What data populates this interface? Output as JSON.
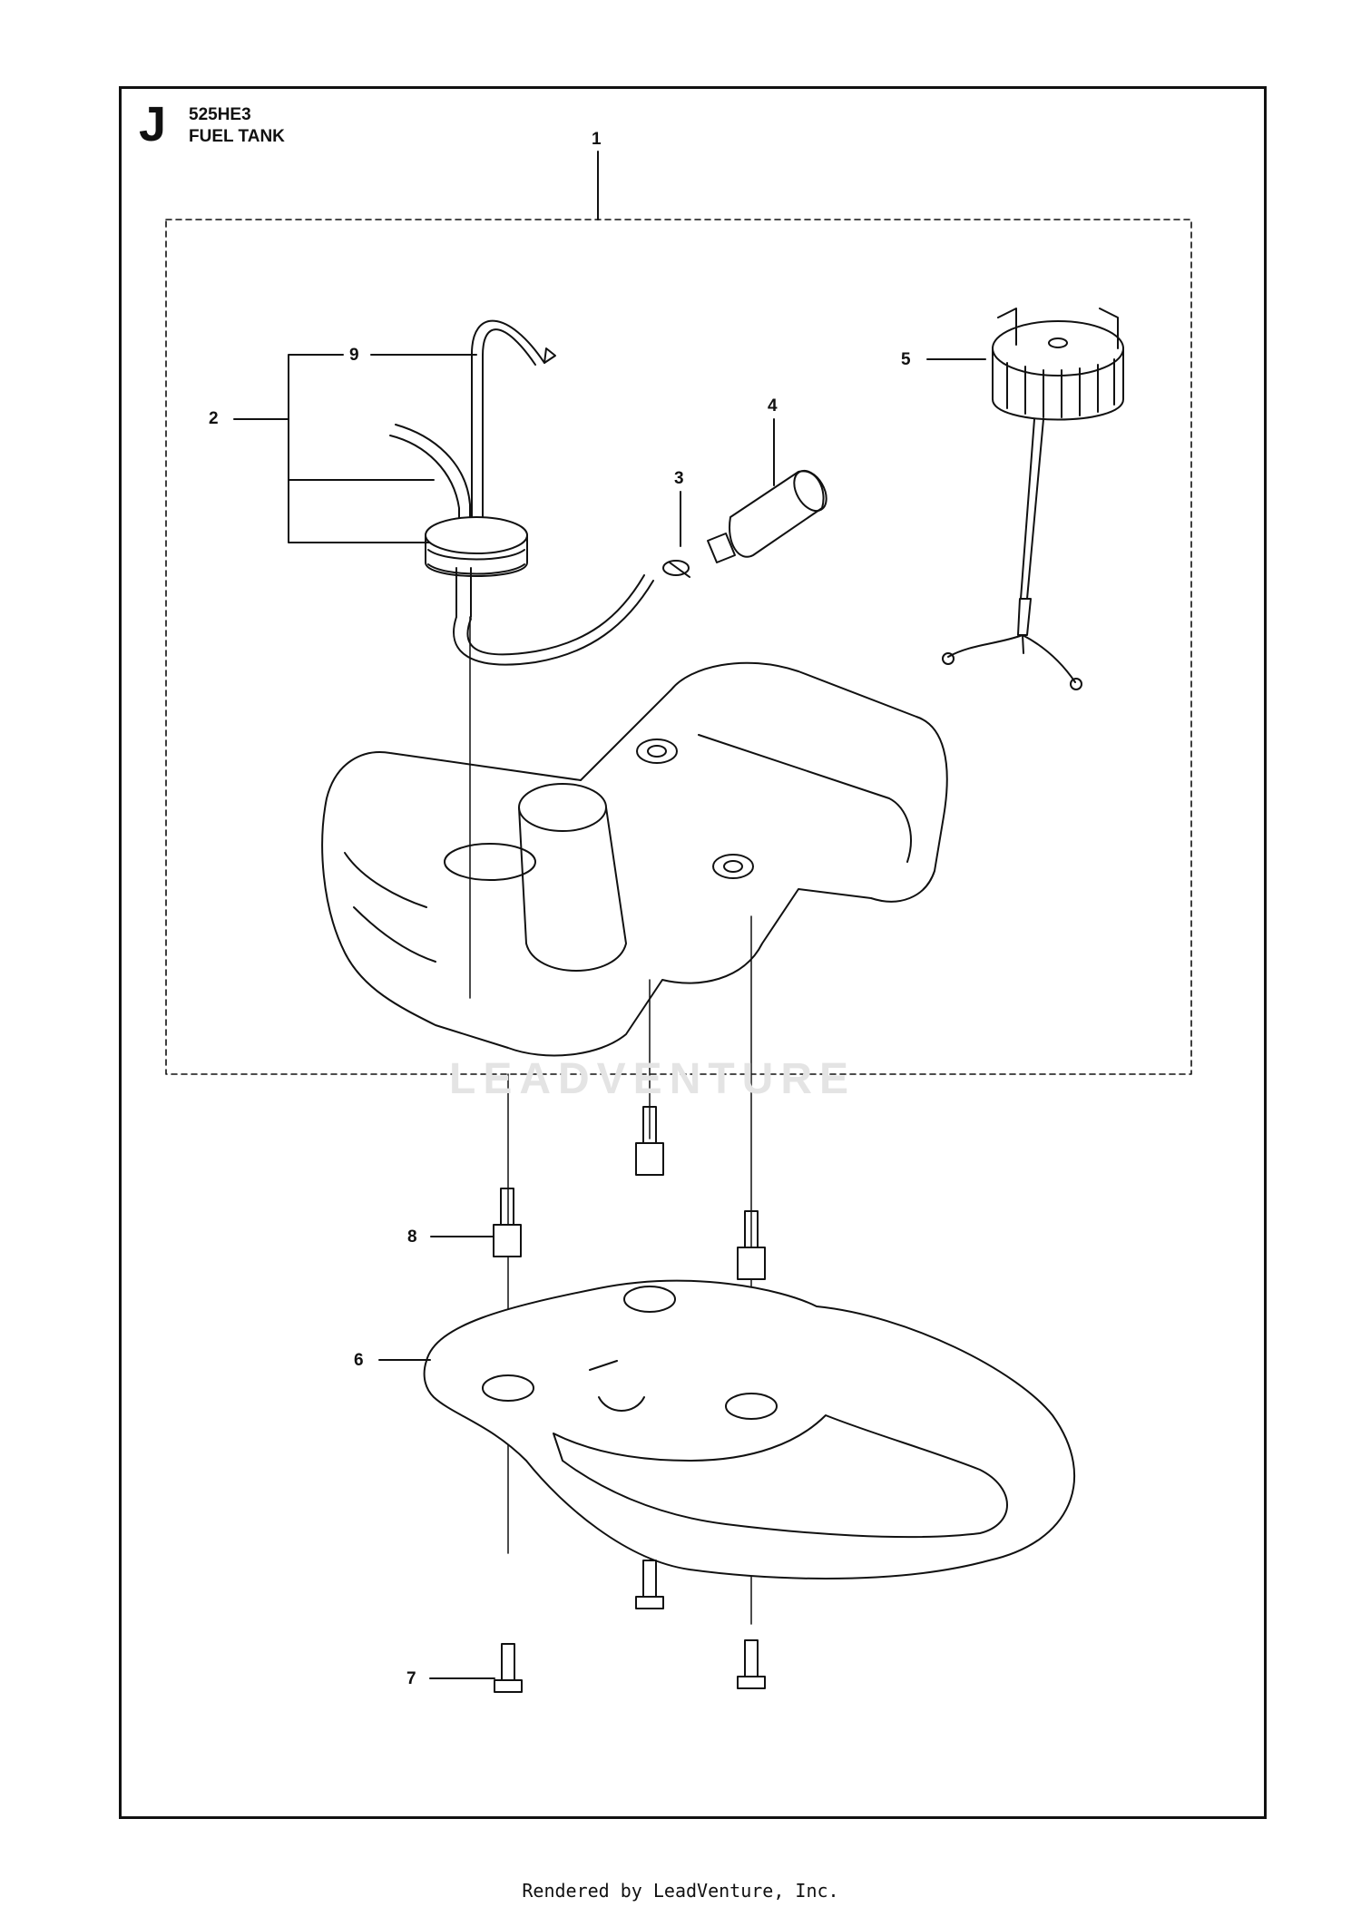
{
  "header": {
    "section_letter": "J",
    "model": "525HE3",
    "title": "FUEL TANK"
  },
  "callouts": [
    {
      "id": "1",
      "label": "1"
    },
    {
      "id": "2",
      "label": "2"
    },
    {
      "id": "3",
      "label": "3"
    },
    {
      "id": "4",
      "label": "4"
    },
    {
      "id": "5",
      "label": "5"
    },
    {
      "id": "6",
      "label": "6"
    },
    {
      "id": "7",
      "label": "7"
    },
    {
      "id": "8",
      "label": "8"
    },
    {
      "id": "9",
      "label": "9"
    }
  ],
  "watermark": "LEADVENTURE",
  "footer": "Rendered by LeadVenture, Inc."
}
